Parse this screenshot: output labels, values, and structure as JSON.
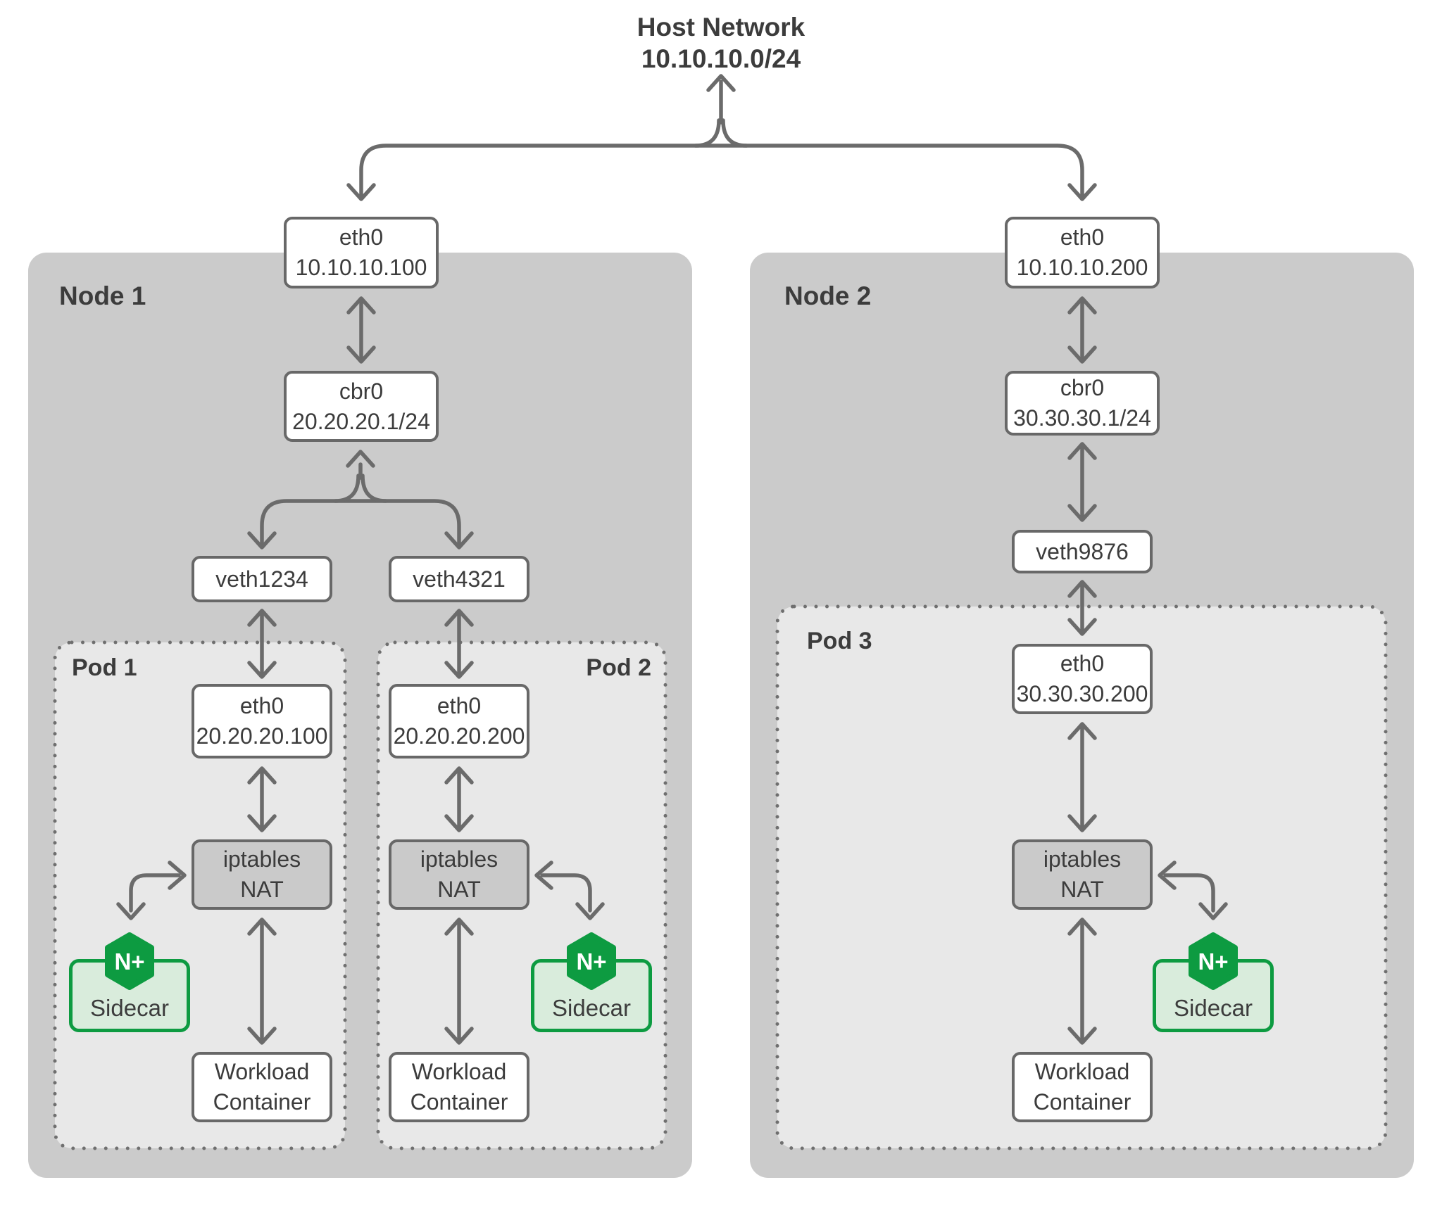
{
  "title": {
    "line1": "Host Network",
    "line2": "10.10.10.0/24"
  },
  "nodes": [
    {
      "label": "Node 1",
      "eth0": {
        "name": "eth0",
        "ip": "10.10.10.100"
      },
      "bridge": {
        "name": "cbr0",
        "cidr": "20.20.20.1/24"
      },
      "veths": [
        {
          "label": "veth1234"
        },
        {
          "label": "veth4321"
        }
      ]
    },
    {
      "label": "Node 2",
      "eth0": {
        "name": "eth0",
        "ip": "10.10.10.200"
      },
      "bridge": {
        "name": "cbr0",
        "cidr": "30.30.30.1/24"
      },
      "veths": [
        {
          "label": "veth9876"
        }
      ]
    }
  ],
  "pods": [
    {
      "label": "Pod 1",
      "eth0": {
        "name": "eth0",
        "ip": "20.20.20.100"
      },
      "nat": {
        "line1": "iptables",
        "line2": "NAT"
      },
      "sidecar": {
        "badge": "N+",
        "label": "Sidecar"
      },
      "workload": {
        "line1": "Workload",
        "line2": "Container"
      }
    },
    {
      "label": "Pod 2",
      "eth0": {
        "name": "eth0",
        "ip": "20.20.20.200"
      },
      "nat": {
        "line1": "iptables",
        "line2": "NAT"
      },
      "sidecar": {
        "badge": "N+",
        "label": "Sidecar"
      },
      "workload": {
        "line1": "Workload",
        "line2": "Container"
      }
    },
    {
      "label": "Pod 3",
      "eth0": {
        "name": "eth0",
        "ip": "30.30.30.200"
      },
      "nat": {
        "line1": "iptables",
        "line2": "NAT"
      },
      "sidecar": {
        "badge": "N+",
        "label": "Sidecar"
      },
      "workload": {
        "line1": "Workload",
        "line2": "Container"
      }
    }
  ],
  "colors": {
    "node_fill": "#cbcbcb",
    "pod_fill": "#e8e8e8",
    "nat_fill": "#cacaca",
    "line": "#6b6b6b",
    "green": "#0d9b41",
    "green_fill": "#d9ecdc"
  }
}
